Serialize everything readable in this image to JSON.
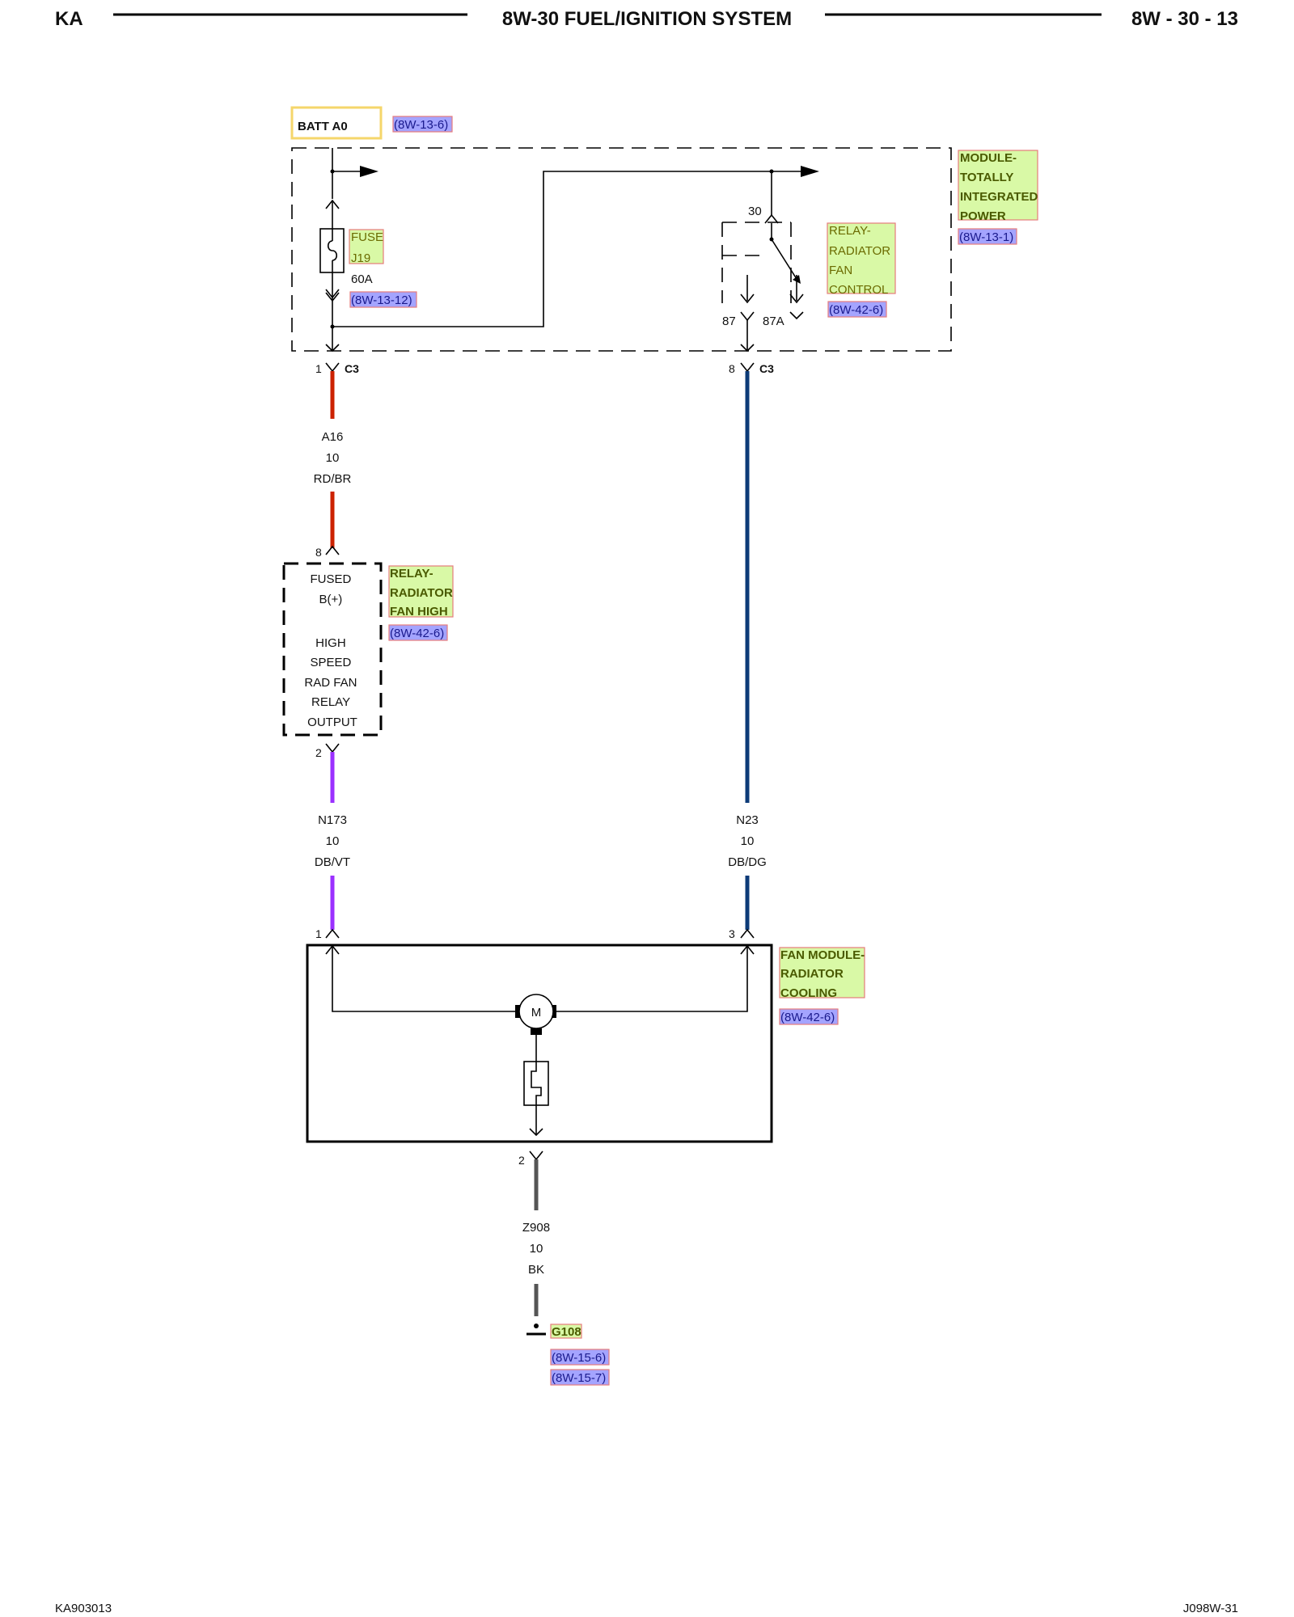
{
  "header": {
    "left": "KA",
    "title": "8W-30 FUEL/IGNITION SYSTEM",
    "page": "8W - 30 - 13"
  },
  "footer": {
    "left": "KA903013",
    "right": "J098W-31"
  },
  "batt": {
    "label": "BATT A0",
    "ref": "(8W-13-6)"
  },
  "module": {
    "name_lines": [
      "MODULE-",
      "TOTALLY",
      "INTEGRATED",
      "POWER"
    ],
    "ref": "(8W-13-1)"
  },
  "fuse": {
    "name_lines": [
      "FUSE",
      "J19"
    ],
    "rating": "60A",
    "ref": "(8W-13-12)"
  },
  "relay_control": {
    "name_lines": [
      "RELAY-",
      "RADIATOR",
      "FAN",
      "CONTROL"
    ],
    "ref": "(8W-42-6)",
    "pin_30": "30",
    "pin_87": "87",
    "pin_87a": "87A"
  },
  "connectors": {
    "c3_left_pin": "1",
    "c3_left_name": "C3",
    "c3_right_pin": "8",
    "c3_right_name": "C3"
  },
  "wires": {
    "a16": {
      "circuit": "A16",
      "gauge": "10",
      "color": "RD/BR",
      "stroke": "#cc2200"
    },
    "n173": {
      "circuit": "N173",
      "gauge": "10",
      "color": "DB/VT",
      "stroke": "#9b30ff"
    },
    "n23": {
      "circuit": "N23",
      "gauge": "10",
      "color": "DB/DG",
      "stroke": "#0d3b78"
    },
    "z908": {
      "circuit": "Z908",
      "gauge": "10",
      "color": "BK",
      "stroke": "#555555"
    }
  },
  "relay_high": {
    "name_lines": [
      "RELAY-",
      "RADIATOR",
      "FAN HIGH"
    ],
    "ref": "(8W-42-6)",
    "pin_top": "8",
    "pin_bottom": "2",
    "body_lines": [
      "FUSED",
      "B(+)",
      "",
      "HIGH",
      "SPEED",
      "RAD FAN",
      "RELAY",
      "OUTPUT"
    ]
  },
  "fan_module": {
    "name_lines": [
      "FAN MODULE-",
      "RADIATOR",
      "COOLING"
    ],
    "ref": "(8W-42-6)",
    "pin_left": "1",
    "pin_right": "3",
    "pin_ground": "2",
    "motor_label": "M"
  },
  "ground": {
    "name": "G108",
    "refs": [
      "(8W-15-6)",
      "(8W-15-7)"
    ]
  },
  "colors": {
    "tag_fill": "#d9f9a6",
    "ref_fill": "#a4a4ff",
    "batt_box": "#f5d66b"
  }
}
